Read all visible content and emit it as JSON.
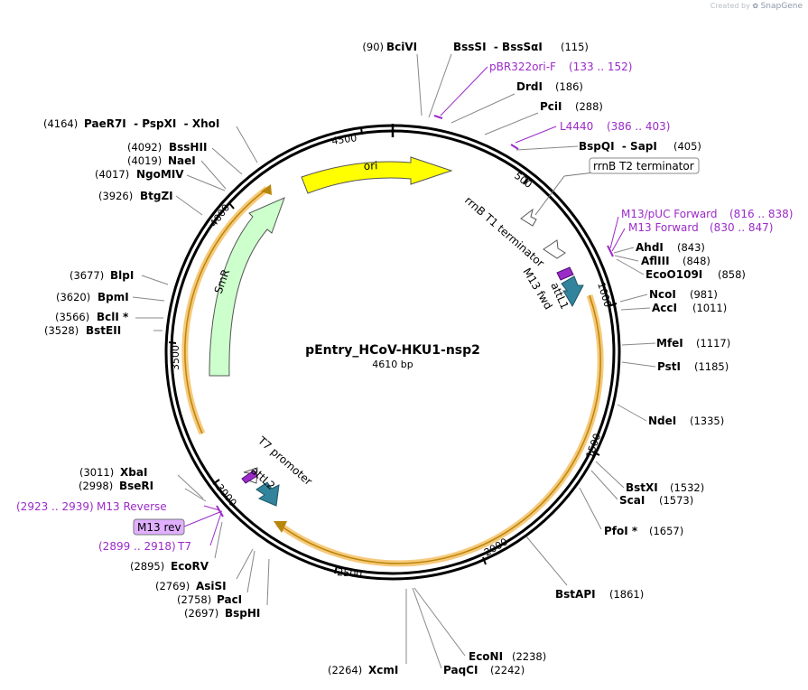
{
  "watermark": {
    "created_by": "Created by",
    "brand": "SnapGene"
  },
  "plasmid": {
    "name": "pEntry_HCoV-HKU1-nsp2",
    "size": "4610 bp"
  },
  "ticks": [
    "500",
    "1000",
    "1500",
    "2000",
    "2500",
    "3000",
    "3500",
    "4000",
    "4500"
  ],
  "enzymes": [
    {
      "id": "bcivi",
      "name": "BciVI",
      "pos": "(90)"
    },
    {
      "id": "bsssi",
      "name": "BssSI  - BssSαI",
      "pos": "(115)"
    },
    {
      "id": "drdi",
      "name": "DrdI",
      "pos": "(186)"
    },
    {
      "id": "pcii",
      "name": "PciI",
      "pos": "(288)"
    },
    {
      "id": "bspqi",
      "name": "BspQI  - SapI",
      "pos": "(405)"
    },
    {
      "id": "ahdi",
      "name": "AhdI",
      "pos": "(843)"
    },
    {
      "id": "aflii",
      "name": "AflIII",
      "pos": "(848)"
    },
    {
      "id": "ecoo109i",
      "name": "EcoO109I",
      "pos": "(858)"
    },
    {
      "id": "ncoi",
      "name": "NcoI",
      "pos": "(981)"
    },
    {
      "id": "acci",
      "name": "AccI",
      "pos": "(1011)"
    },
    {
      "id": "mfei",
      "name": "MfeI",
      "pos": "(1117)"
    },
    {
      "id": "psti",
      "name": "PstI",
      "pos": "(1185)"
    },
    {
      "id": "ndei",
      "name": "NdeI",
      "pos": "(1335)"
    },
    {
      "id": "bstxi",
      "name": "BstXI",
      "pos": "(1532)"
    },
    {
      "id": "scai",
      "name": "ScaI",
      "pos": "(1573)"
    },
    {
      "id": "pfoi",
      "name": "PfoI *",
      "pos": "(1657)"
    },
    {
      "id": "bstapi",
      "name": "BstAPI",
      "pos": "(1861)"
    },
    {
      "id": "econi",
      "name": "EcoNI",
      "pos": "(2238)"
    },
    {
      "id": "paqci",
      "name": "PaqCI",
      "pos": "(2242)"
    },
    {
      "id": "xcmi",
      "name": "XcmI",
      "pos": "(2264)"
    },
    {
      "id": "bsphi",
      "name": "BspHI",
      "pos": "(2697)"
    },
    {
      "id": "paci",
      "name": "PacI",
      "pos": "(2758)"
    },
    {
      "id": "asisi",
      "name": "AsiSI",
      "pos": "(2769)"
    },
    {
      "id": "ecorv",
      "name": "EcoRV",
      "pos": "(2895)"
    },
    {
      "id": "bseri",
      "name": "BseRI",
      "pos": "(2998)"
    },
    {
      "id": "xbai",
      "name": "XbaI",
      "pos": "(3011)"
    },
    {
      "id": "bsteii",
      "name": "BstEII",
      "pos": "(3528)"
    },
    {
      "id": "bcli",
      "name": "BclI *",
      "pos": "(3566)"
    },
    {
      "id": "bpmi",
      "name": "BpmI",
      "pos": "(3620)"
    },
    {
      "id": "blpi",
      "name": "BlpI",
      "pos": "(3677)"
    },
    {
      "id": "btgzi",
      "name": "BtgZI",
      "pos": "(3926)"
    },
    {
      "id": "ngomiv",
      "name": "NgoMIV",
      "pos": "(4017)"
    },
    {
      "id": "naei",
      "name": "NaeI",
      "pos": "(4019)"
    },
    {
      "id": "bsshii",
      "name": "BssHII",
      "pos": "(4092)"
    },
    {
      "id": "paer7i",
      "name": "PaeR7I  - PspXI  - XhoI",
      "pos": "(4164)"
    }
  ],
  "primers": [
    {
      "id": "pbr322ori",
      "name": "pBR322ori-F",
      "range": "(133 .. 152)"
    },
    {
      "id": "l4440",
      "name": "L4440",
      "range": "(386 .. 403)"
    },
    {
      "id": "m13puc",
      "name": "M13/pUC Forward",
      "range": "(816 .. 838)"
    },
    {
      "id": "m13fwd",
      "name": "M13 Forward",
      "range": "(830 .. 847)"
    },
    {
      "id": "m13rev_primer",
      "name": "M13 Reverse",
      "range": "(2923 .. 2939)"
    },
    {
      "id": "t7",
      "name": "T7",
      "range": "(2899 .. 2918)"
    }
  ],
  "features": {
    "ori": "ori",
    "smr": "SmR",
    "rrnb_t2": "rrnB T2 terminator",
    "rrnb_t1": "rrnB T1 terminator",
    "m13_fwd": "M13 fwd",
    "attl1": "attL1",
    "t7_promoter": "T7 promoter",
    "attl2": "attL2",
    "m13_rev": "M13 rev"
  },
  "colors": {
    "ori": "#ffff00",
    "smr": "#ccffcc",
    "att": "#31849b",
    "primer": "#9b2bc8",
    "insert_arc": "#f7c97a",
    "insert_core": "#b8860b",
    "m13_rev_box": "#e0b0ff"
  }
}
